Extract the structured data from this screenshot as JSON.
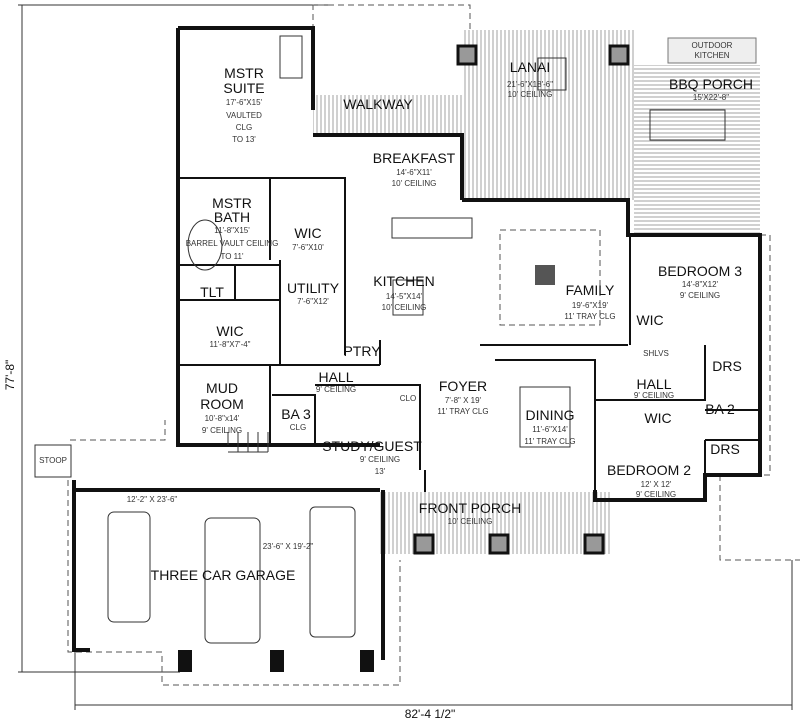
{
  "dimensions": {
    "depth": "77'-8\"",
    "width": "82'-4 1/2\""
  },
  "rooms": {
    "mstr_suite": {
      "name1": "MSTR",
      "name2": "SUITE",
      "size": "17'-6\"X15'",
      "note1": "VAULTED",
      "note2": "CLG",
      "note3": "TO 13'"
    },
    "walkway": {
      "name": "WALKWAY"
    },
    "lanai": {
      "name": "LANAI",
      "size": "21'-6\"X18'-6\"",
      "ceiling": "10' CEILING"
    },
    "outdoor_kitchen": {
      "name1": "OUTDOOR",
      "name2": "KITCHEN"
    },
    "bbq_porch": {
      "name": "BBQ PORCH",
      "size": "15'X22'-8\""
    },
    "breakfast": {
      "name": "BREAKFAST",
      "size": "14'-6\"X11'",
      "ceiling": "10' CEILING"
    },
    "mstr_bath": {
      "name1": "MSTR",
      "name2": "BATH",
      "size": "11'-8\"X15'",
      "note1": "BARREL VAULT CEILING",
      "note2": "TO 11'"
    },
    "wic_master": {
      "name": "WIC",
      "size": "7'-6\"X10'"
    },
    "kitchen": {
      "name": "KITCHEN",
      "size": "14'-5\"X14'",
      "ceiling": "10' CEILING"
    },
    "family": {
      "name": "FAMILY",
      "size": "19'-6\"X19'",
      "ceiling": "11' TRAY CLG"
    },
    "bedroom3": {
      "name": "BEDROOM 3",
      "size": "14'-8\"X12'",
      "ceiling": "9' CEILING"
    },
    "tlt": {
      "name": "TLT"
    },
    "utility": {
      "name": "UTILITY",
      "size": "7'-6\"X12'"
    },
    "wic_lower": {
      "name": "WIC",
      "size": "11'-8\"X7'-4\""
    },
    "ptry": {
      "name": "PTRY"
    },
    "wic_bed3": {
      "name": "WIC"
    },
    "shlvs": {
      "name": "SHLVS"
    },
    "hall_left": {
      "name": "HALL",
      "ceiling": "9' CEILING"
    },
    "mud_room": {
      "name1": "MUD",
      "name2": "ROOM",
      "size": "10'-8\"x14'",
      "ceiling": "9' CEILING"
    },
    "ba3": {
      "name": "BA 3",
      "note": "CLG"
    },
    "clo": {
      "name": "CLO"
    },
    "study": {
      "name": "STUDY/GUEST",
      "ceiling": "9' CEILING",
      "size": "13'"
    },
    "foyer": {
      "name": "FOYER",
      "size": "7'-8\" X 19'",
      "ceiling": "11' TRAY CLG"
    },
    "dining": {
      "name": "DINING",
      "size": "11'-6\"X14'",
      "ceiling": "11' TRAY CLG"
    },
    "hall_right": {
      "name": "HALL",
      "ceiling": "9' CEILING"
    },
    "wic_bed2": {
      "name": "WIC"
    },
    "drs1": {
      "name": "DRS"
    },
    "drs2": {
      "name": "DRS"
    },
    "ba2": {
      "name": "BA 2"
    },
    "bedroom2": {
      "name": "BEDROOM 2",
      "size": "12' X 12'",
      "ceiling": "9' CEILING"
    },
    "stoop": {
      "name": "STOOP"
    },
    "front_porch": {
      "name": "FRONT PORCH",
      "ceiling": "10' CEILING"
    },
    "garage": {
      "name": "THREE CAR GARAGE",
      "size1": "12'-2\" X 23'-6\"",
      "size2": "23'-6\" X 19'-2\""
    }
  }
}
